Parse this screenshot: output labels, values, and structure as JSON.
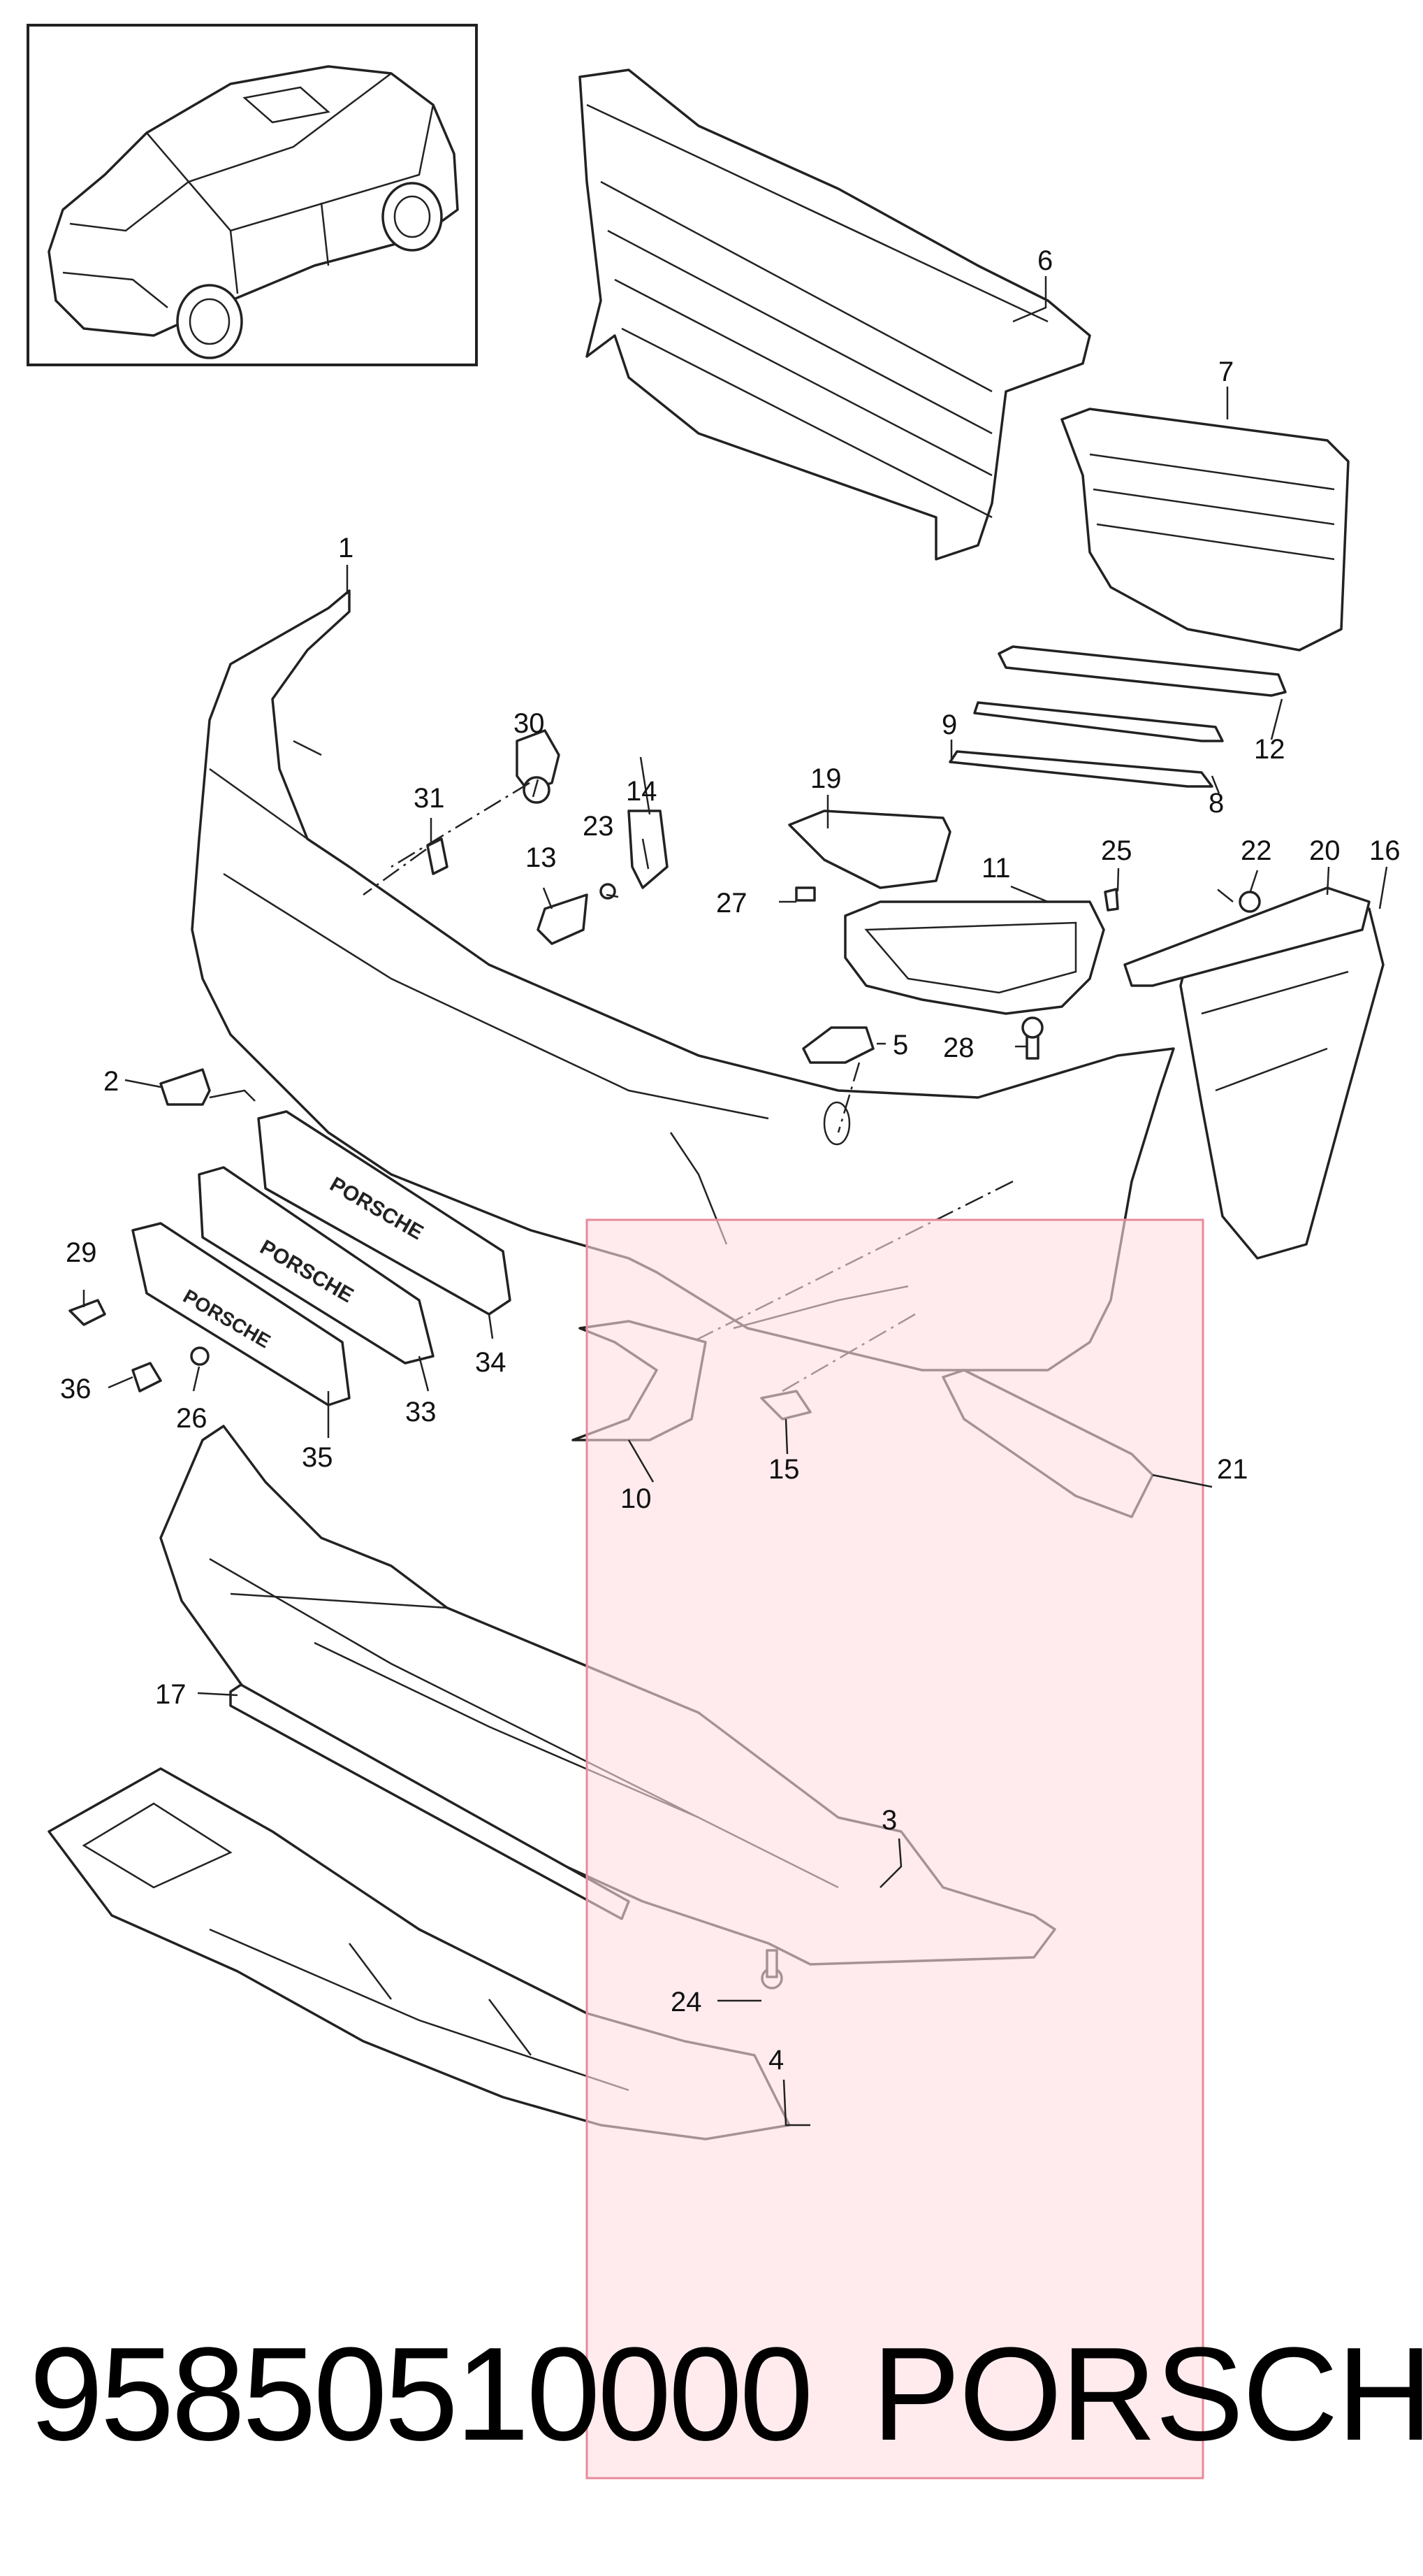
{
  "footer": {
    "part_number": "95850510000",
    "brand": "PORSCHE"
  },
  "highlight": {
    "fill": "#ffdde3",
    "stroke": "#e88a99"
  },
  "callouts": {
    "c1": "1",
    "c2": "2",
    "c3": "3",
    "c4": "4",
    "c5": "5",
    "c6": "6",
    "c7": "7",
    "c8": "8",
    "c9": "9",
    "c10": "10",
    "c11": "11",
    "c12": "12",
    "c13": "13",
    "c14": "14",
    "c15": "15",
    "c16": "16",
    "c17": "17",
    "c19": "19",
    "c20": "20",
    "c21": "21",
    "c22": "22",
    "c23": "23",
    "c24": "24",
    "c25": "25",
    "c26": "26",
    "c27": "27",
    "c28": "28",
    "c29": "29",
    "c30": "30",
    "c31": "31",
    "c33": "33",
    "c34": "34",
    "c35": "35",
    "c36": "36"
  },
  "plate_text": {
    "plate_33": "PORSCHE",
    "plate_34": "PORSCHE",
    "plate_35": "PORSCHE"
  }
}
